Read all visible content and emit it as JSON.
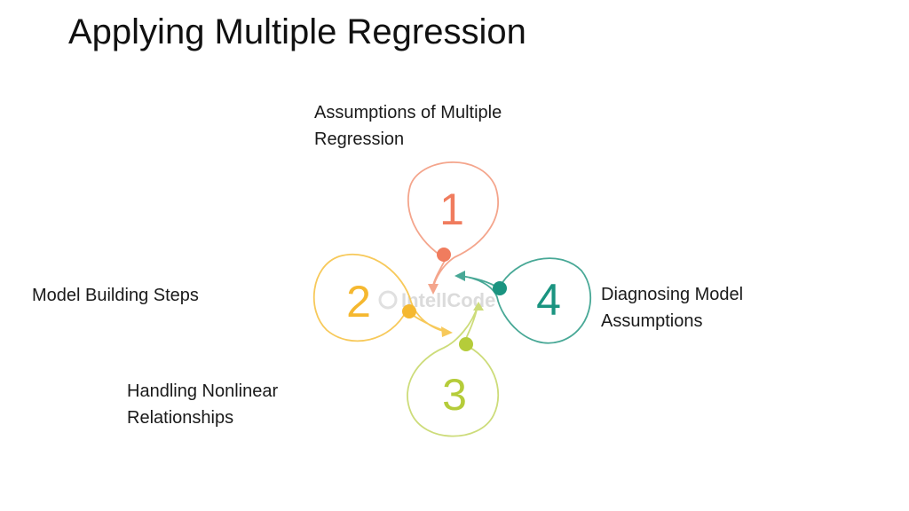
{
  "title": "Applying Multiple Regression",
  "steps": [
    {
      "number": "1",
      "line1": "Assumptions of Multiple",
      "line2": "Regression",
      "color": "#f08060"
    },
    {
      "number": "2",
      "line1": "Model Building Steps",
      "line2": "",
      "color": "#f5b830"
    },
    {
      "number": "3",
      "line1": "Handling Nonlinear",
      "line2": "Relationships",
      "color": "#b5cc3a"
    },
    {
      "number": "4",
      "line1": "Diagnosing Model",
      "line2": "Assumptions",
      "color": "#1a9480"
    }
  ]
}
